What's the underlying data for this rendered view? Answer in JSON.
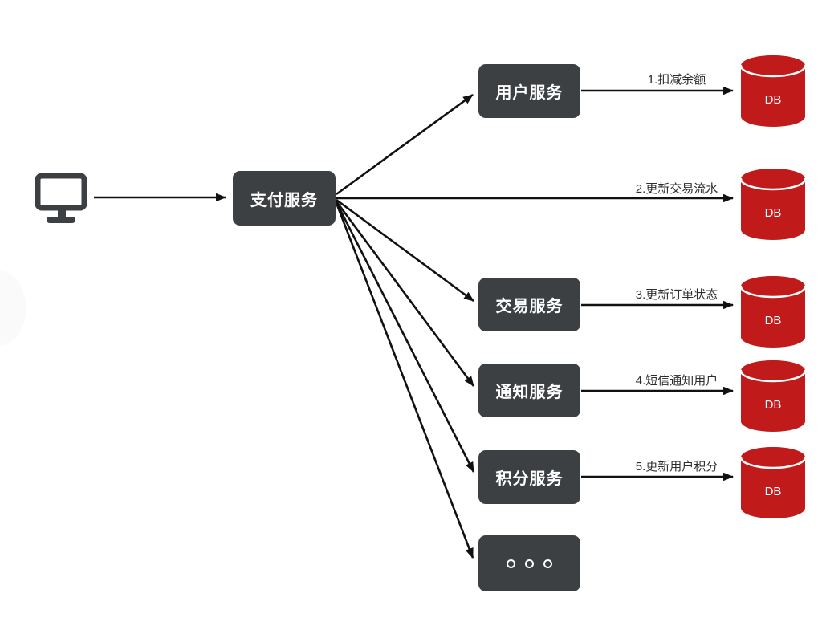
{
  "colors": {
    "node_bg": "#3d4043",
    "node_text": "#ffffff",
    "db_red": "#c11a1a",
    "arrow": "#111111",
    "edge_label_text": "#2d2d2d",
    "canvas_bg": "#ffffff"
  },
  "nodes": {
    "client": {
      "icon": "monitor-icon"
    },
    "payment": {
      "label": "支付服务"
    },
    "services": [
      {
        "label": "用户服务"
      },
      {
        "label": "交易服务"
      },
      {
        "label": "通知服务"
      },
      {
        "label": "积分服务"
      },
      {
        "label": "。。。"
      }
    ],
    "databases": [
      {
        "label": "DB"
      },
      {
        "label": "DB"
      },
      {
        "label": "DB"
      },
      {
        "label": "DB"
      },
      {
        "label": "DB"
      }
    ]
  },
  "edges": {
    "labels": [
      "1.扣减余额",
      "2.更新交易流水",
      "3.更新订单状态",
      "4.短信通知用户",
      "5.更新用户积分"
    ]
  }
}
